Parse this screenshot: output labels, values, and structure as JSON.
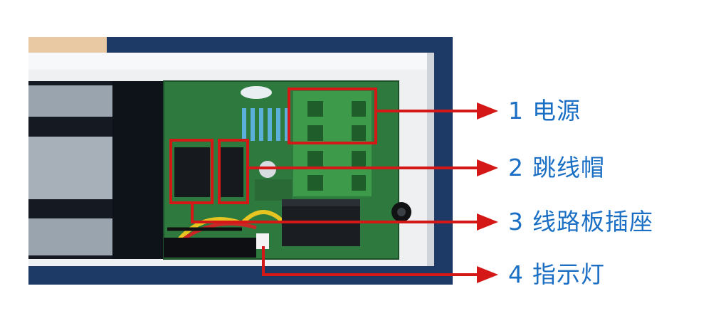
{
  "labels": [
    {
      "num": "1",
      "text": "电源"
    },
    {
      "num": "2",
      "text": "跳线帽"
    },
    {
      "num": "3",
      "text": "线路板插座"
    },
    {
      "num": "4",
      "text": "指示灯"
    }
  ],
  "colors": {
    "annotation": "#d41818",
    "label_text": "#1a6fc4",
    "background_frame": "#1d3a66",
    "pcb": "#2e7a3e",
    "terminal_block": "#3d9a4a"
  }
}
